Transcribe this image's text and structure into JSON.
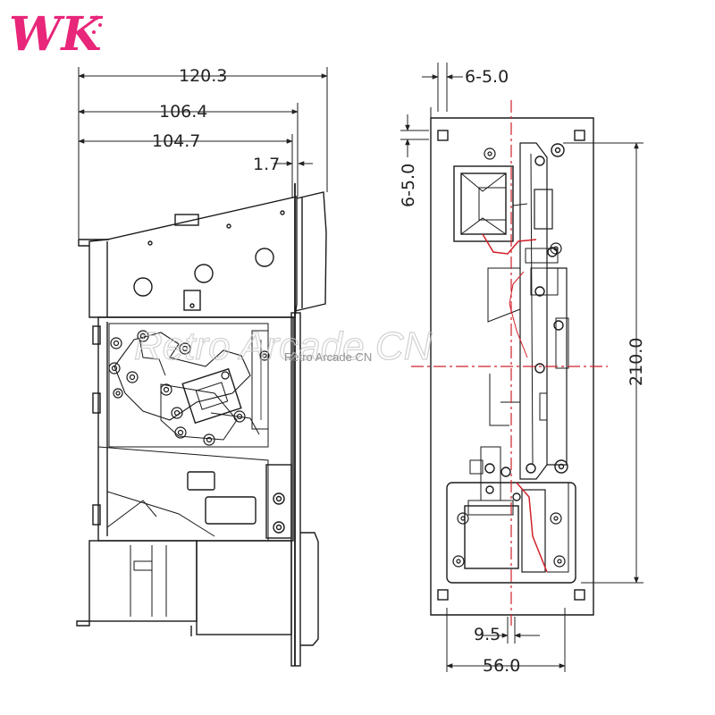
{
  "logo": {
    "text": "WK",
    "color": "#e8267a"
  },
  "watermark": {
    "large": "Retro Arcade CN",
    "small": "Retro Arcade CN"
  },
  "side_view": {
    "dims": {
      "width_overall": "120.3",
      "width_mid": "106.4",
      "width_inner": "104.7",
      "lip": "1.7"
    }
  },
  "front_view": {
    "dims": {
      "top_offset": "6-5.0",
      "side_offset": "6-5.0",
      "height": "210.0",
      "slot_offset": "9.5",
      "width": "56.0"
    }
  },
  "colors": {
    "line": "#1a1a1a",
    "centerline": "#d0202a",
    "watermark": "#c8c8c8",
    "accent": "#e8267a"
  }
}
